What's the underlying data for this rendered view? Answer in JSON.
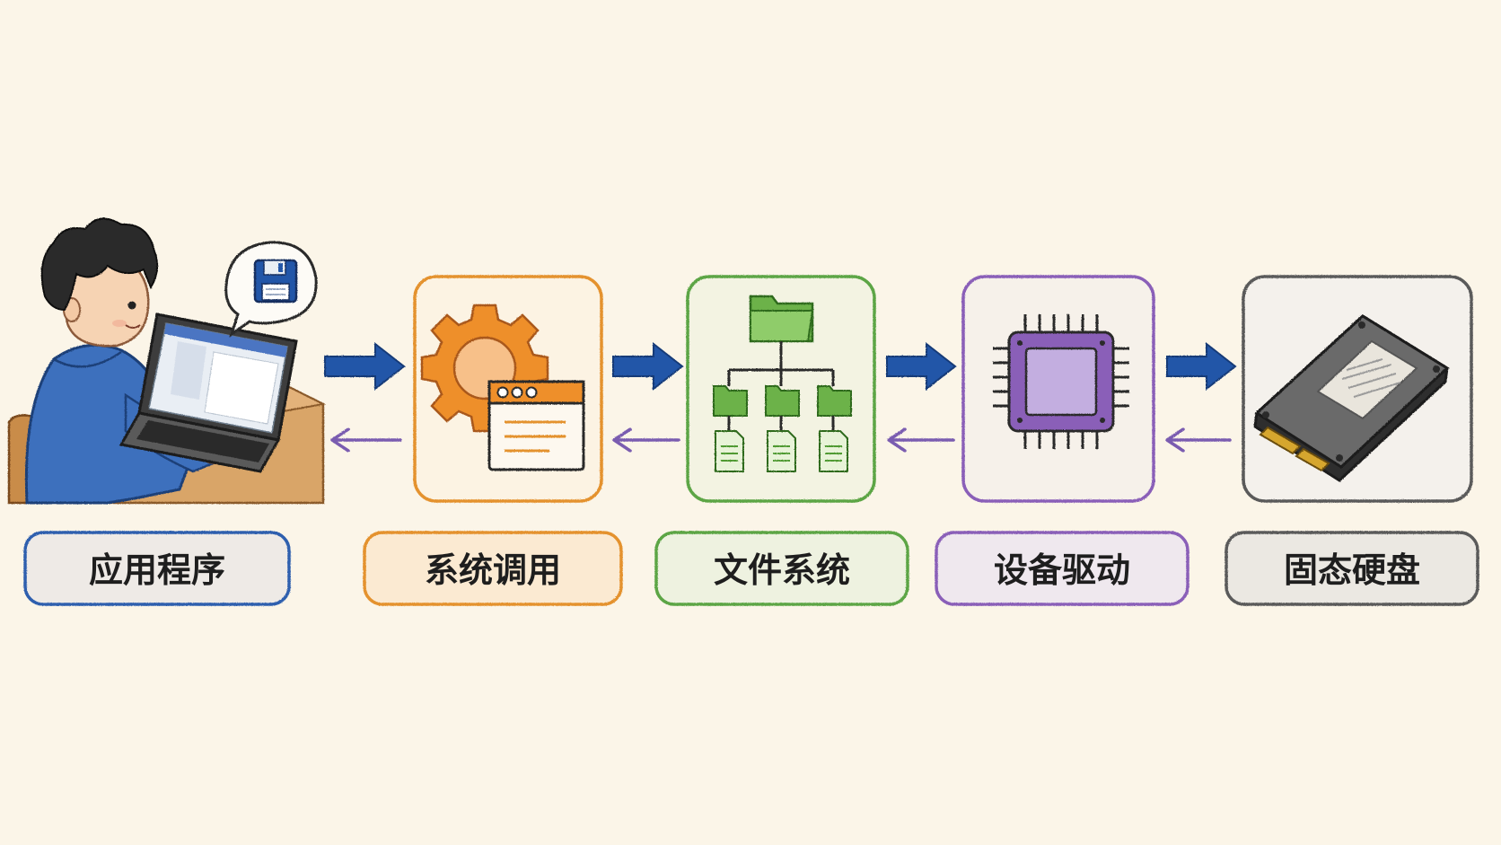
{
  "stages": [
    {
      "id": "app",
      "label": "应用程序",
      "color": "#2f5fae",
      "fill": "#eeeae6",
      "icon": "user-laptop-icon"
    },
    {
      "id": "syscall",
      "label": "系统调用",
      "color": "#e4922f",
      "fill": "#fbead2",
      "icon": "gear-window-icon"
    },
    {
      "id": "fs",
      "label": "文件系统",
      "color": "#5ca544",
      "fill": "#eef2e0",
      "icon": "folder-tree-icon"
    },
    {
      "id": "driver",
      "label": "设备驱动",
      "color": "#8a5fb8",
      "fill": "#efe8ee",
      "icon": "chip-icon"
    },
    {
      "id": "ssd",
      "label": "固态硬盘",
      "color": "#5a5a5a",
      "fill": "#ebe8e2",
      "icon": "ssd-icon"
    }
  ],
  "colors": {
    "background": "#fbf5e8",
    "forward_arrow": "#2356a8",
    "return_arrow": "#7a5bb0"
  },
  "icons": {
    "speech_bubble": "floppy-disk-icon"
  }
}
